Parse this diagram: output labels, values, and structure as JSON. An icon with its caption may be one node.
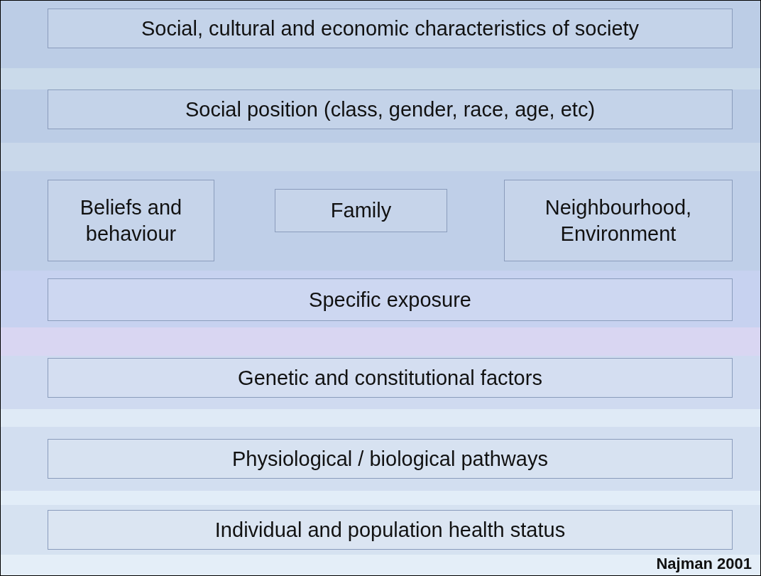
{
  "diagram": {
    "nodes": [
      {
        "text": [
          "Social, cultural and economic characteristics of society"
        ]
      },
      {
        "text": [
          "Social position (class, gender, race, age, etc)"
        ]
      },
      {
        "text": [
          "Beliefs and behaviour"
        ]
      },
      {
        "text": [
          "Family"
        ]
      },
      {
        "text": [
          "Neighbourhood, Environment"
        ]
      },
      {
        "text": [
          "Specific exposure"
        ]
      },
      {
        "text": [
          "Genetic and constitutional factors"
        ]
      },
      {
        "text": [
          "Physiological / biological pathways"
        ]
      },
      {
        "text": [
          "Individual and population health status"
        ]
      }
    ],
    "labels": [
      "Najman 2001"
    ]
  }
}
